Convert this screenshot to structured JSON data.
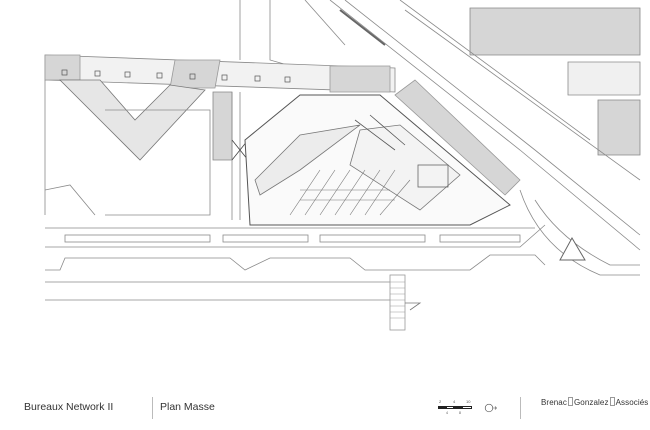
{
  "footer": {
    "project_title": "Bureaux Network II",
    "drawing_title": "Plan Masse",
    "firm": {
      "part1": "Brenac",
      "part2": "Gonzalez",
      "part3": "Associés"
    },
    "scale": {
      "labels": [
        "2",
        "4",
        "10"
      ],
      "sublabels": [
        "4",
        "8"
      ]
    }
  },
  "colors": {
    "line": "#8a8a8a",
    "dark_line": "#444444",
    "hatch": "#d6d6d6",
    "background": "#ffffff"
  },
  "icons": {
    "north_arrow": "north-arrow-icon",
    "scale_bar": "scale-bar-icon"
  }
}
